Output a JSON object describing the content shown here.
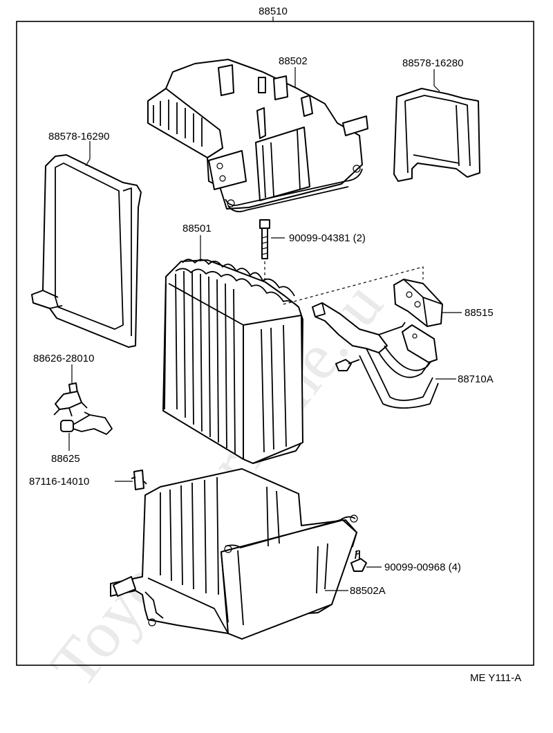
{
  "assembly": {
    "part_number": "88510"
  },
  "watermark": "ToyotaCarMine.ru",
  "parts": {
    "upper_case": "88502",
    "hose_right": "88578-16280",
    "hose_left": "88578-16290",
    "evaporator": "88501",
    "bolt": "90099-04381 (2)",
    "expansion_valve": "88515",
    "tube": "88710A",
    "thermistor": "88626-28010",
    "thermistor_holder": "88625",
    "clip": "87116-14010",
    "screw": "90099-00968 (4)",
    "lower_case": "88502A"
  },
  "figure_code": "ME Y111-A"
}
